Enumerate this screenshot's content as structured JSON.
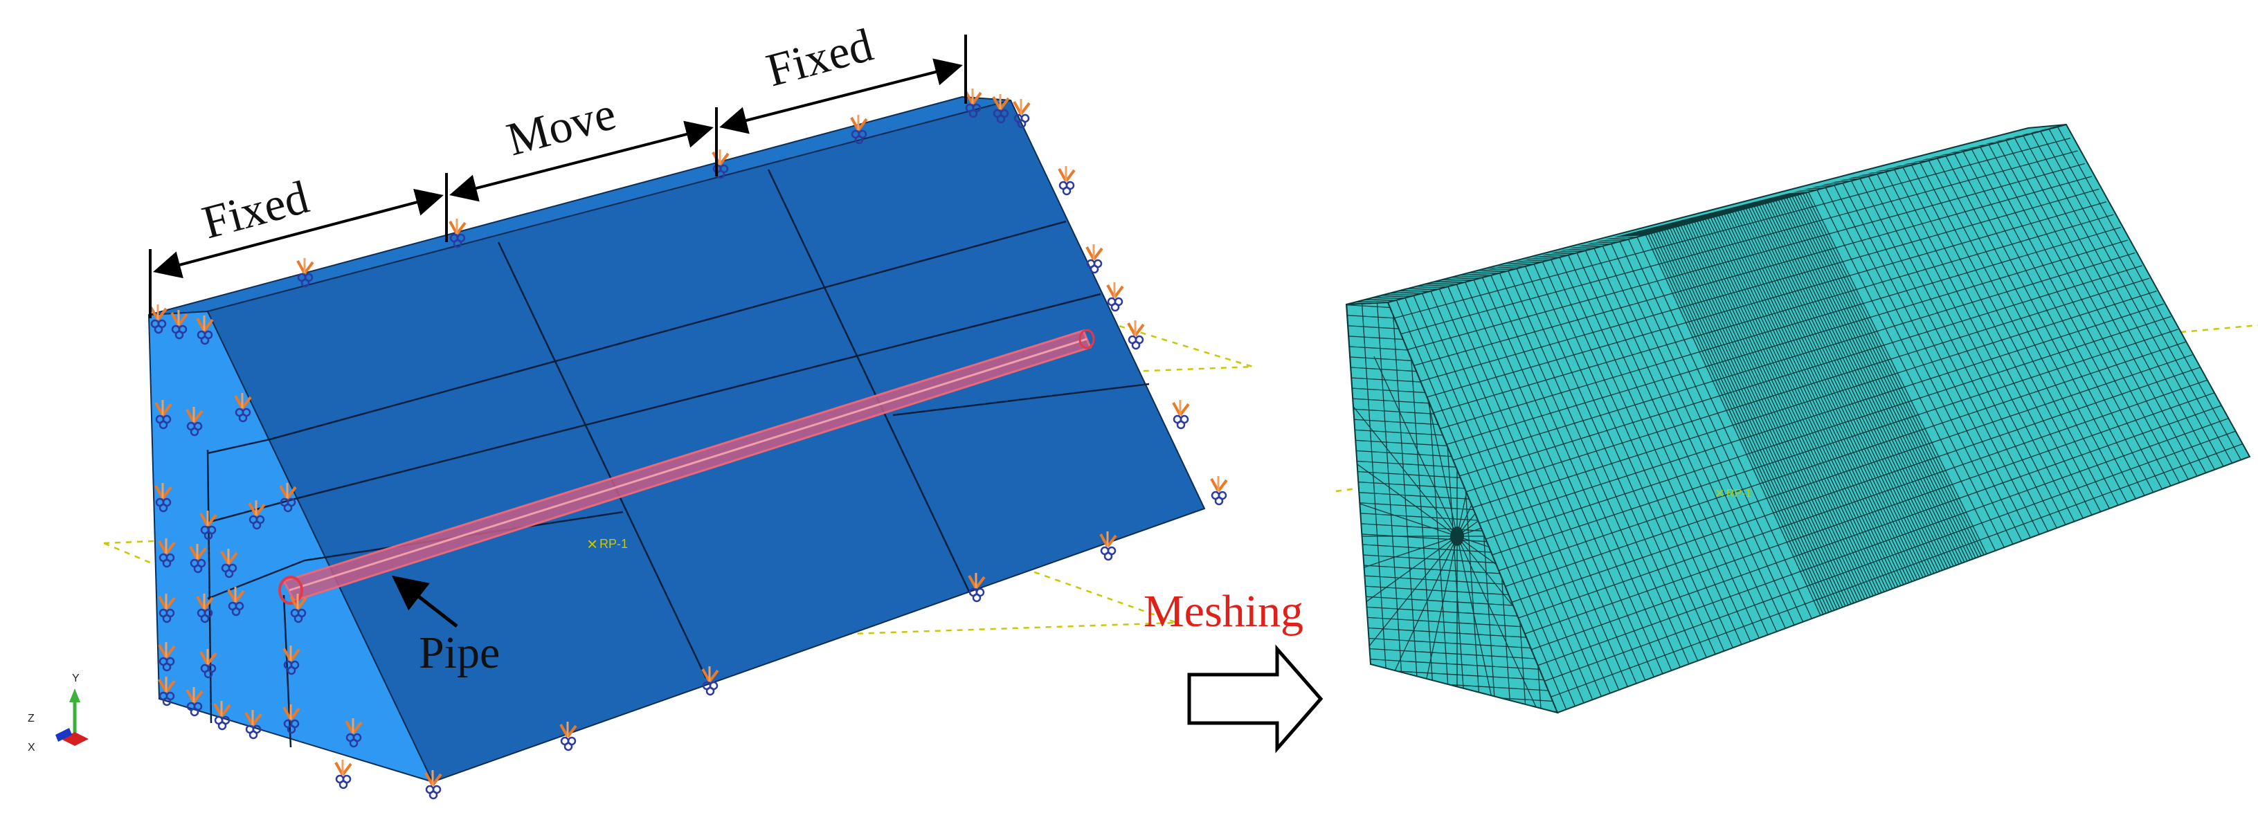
{
  "labels": {
    "fixed_left": "Fixed",
    "move": "Move",
    "fixed_right": "Fixed",
    "pipe": "Pipe",
    "meshing": "Meshing",
    "rp_left": "RP-1",
    "rp_right": "RP-1"
  },
  "axes_triad": {
    "y": "Y",
    "z": "Z",
    "x": "X"
  },
  "colors": {
    "block_top": "#1c64b4",
    "block_side": "#2e98f2",
    "mesh_fill": "#3cc6c6",
    "mesh_line": "#0b3b3b",
    "pipe": "#d24a5a",
    "meshing_text": "#e0201a",
    "reference_line": "#c8c800"
  }
}
